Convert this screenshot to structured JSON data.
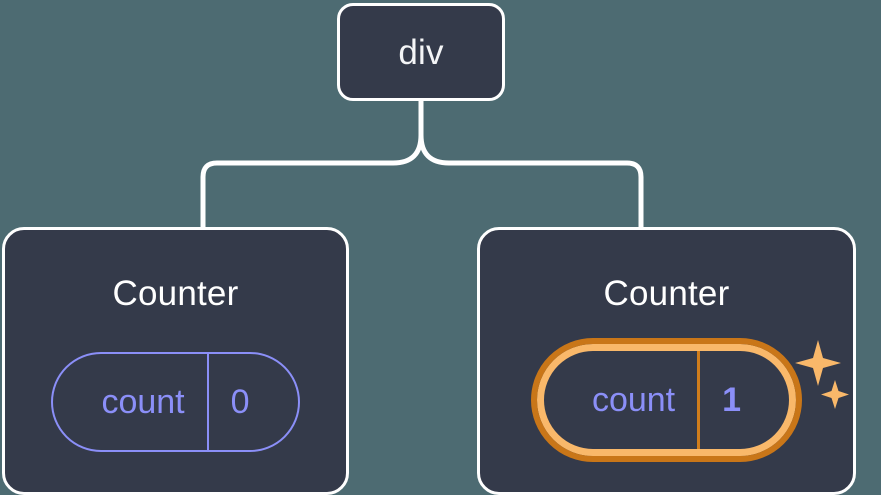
{
  "diagram": {
    "type": "component-tree",
    "background_color": "#4d6b72",
    "node_fill": "#343a4a",
    "node_border": "#ffffff",
    "accent_purple": "#8b8ff8",
    "highlight_outer": "#c97618",
    "highlight_inner": "#f9b86a",
    "root": {
      "label": "div"
    },
    "children": [
      {
        "title": "Counter",
        "state_key": "count",
        "state_value": "0",
        "highlighted": false
      },
      {
        "title": "Counter",
        "state_key": "count",
        "state_value": "1",
        "highlighted": true,
        "sparkle_large": "sparkle-icon",
        "sparkle_small": "sparkle-icon"
      }
    ]
  }
}
